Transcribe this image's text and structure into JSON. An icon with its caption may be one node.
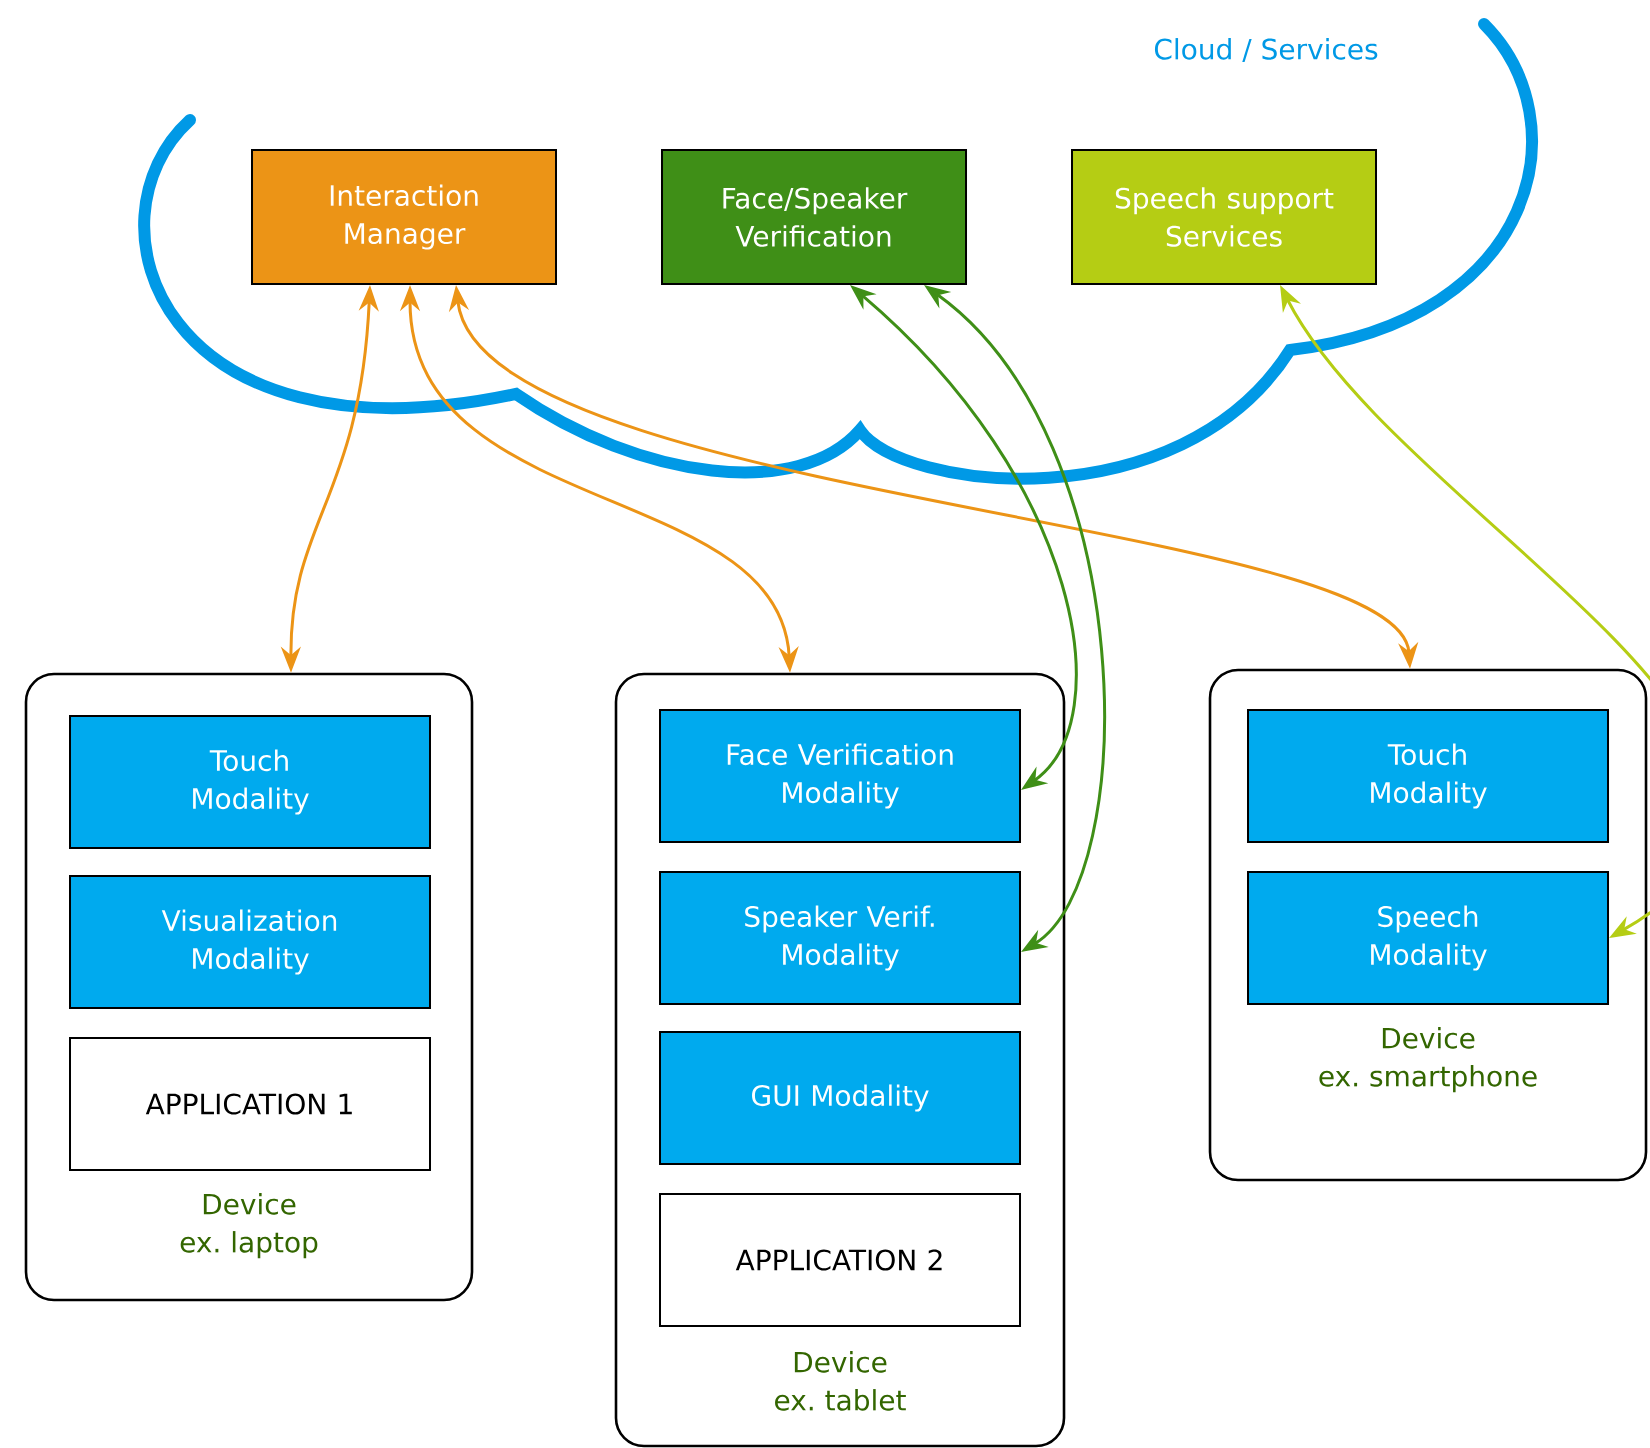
{
  "diagram": {
    "nodes": [
      {
        "text": [
          "Interaction Manager"
        ]
      },
      {
        "text": [
          "Face/Speaker Verification"
        ]
      },
      {
        "text": [
          "Speech support Services"
        ]
      },
      {
        "text": [
          "Device",
          "ex. laptop"
        ]
      },
      {
        "text": [
          "Touch Modality"
        ],
        "in": 3
      },
      {
        "text": [
          "Visualization Modality"
        ],
        "in": 3
      },
      {
        "text": [
          "APPLICATION 1"
        ],
        "in": 3
      },
      {
        "text": [
          "Device",
          "ex. tablet"
        ]
      },
      {
        "text": [
          "Face Verification Modality"
        ],
        "in": 7
      },
      {
        "text": [
          "Speaker Verif. Modality"
        ],
        "in": 7
      },
      {
        "text": [
          "GUI Modality"
        ],
        "in": 7
      },
      {
        "text": [
          "APPLICATION 2"
        ],
        "in": 7
      },
      {
        "text": [
          "Device",
          "ex. smartphone"
        ]
      },
      {
        "text": [
          "Touch Modality"
        ],
        "in": 12
      },
      {
        "text": [
          "Speech Modality"
        ],
        "in": 12
      }
    ],
    "edges": [
      {
        "from": 0,
        "to": 3,
        "arrow": "both",
        "color": "#ec9416"
      },
      {
        "from": 0,
        "to": 7,
        "arrow": "both",
        "color": "#ec9416"
      },
      {
        "from": 0,
        "to": 12,
        "arrow": "both",
        "color": "#ec9416"
      },
      {
        "from": 1,
        "to": 8,
        "arrow": "both",
        "color": "#3f8f17"
      },
      {
        "from": 1,
        "to": 9,
        "arrow": "both",
        "color": "#3f8f17"
      },
      {
        "from": 2,
        "to": 14,
        "arrow": "both",
        "color": "#b5cd14"
      }
    ],
    "labels": [
      "Cloud / Services"
    ]
  }
}
